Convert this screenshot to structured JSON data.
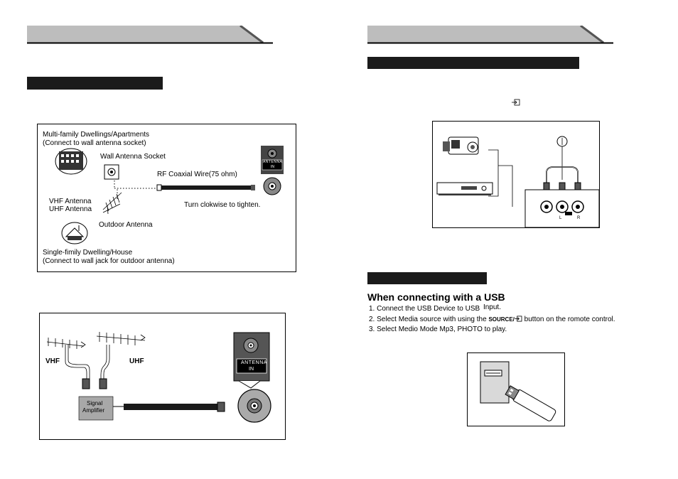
{
  "left": {
    "diagram1": {
      "multi_family_line1": "Multi-family Dwellings/Apartments",
      "multi_family_line2": "(Connect to wall antenna socket)",
      "wall_antenna_socket": "Wall Antenna Socket",
      "rf_coaxial": "RF Coaxial Wire(75 ohm)",
      "vhf_antenna": "VHF Antenna",
      "uhf_antenna": "UHF Antenna",
      "turn_clockwise": "Turn clokwise to tighten.",
      "outdoor_antenna": "Outdoor Antenna",
      "single_family_line1": "Single-fimily Dwelling/House",
      "single_family_line2": "(Connect to wall jack for outdoor antenna)",
      "antenna_in_line1": "ANTENNA",
      "antenna_in_line2": "IN"
    },
    "diagram2": {
      "vhf": "VHF",
      "uhf": "UHF",
      "signal_amplifier_line1": "Signal",
      "signal_amplifier_line2": "Amplifier",
      "antenna_in_line1": "ANTENNA",
      "antenna_in_line2": "IN"
    }
  },
  "right": {
    "av_diagram": {
      "label_l": "L",
      "label_r": "R"
    },
    "usb": {
      "heading": "When connecting with a USB",
      "step1": "1. Connect the USB Device to USB",
      "step1_suffix": "Input.",
      "step2_prefix": "2. Select Media source with using the",
      "step2_source": "SOURCE/",
      "step2_suffix": "button on the romote control.",
      "step3": "3. Select Medio Mode Mp3, PHOTO  to play."
    }
  },
  "colors": {
    "banner_gray": "#bdbdbd",
    "black_bar": "#1b1b1b",
    "amplifier_gray": "#a8a8a8"
  }
}
